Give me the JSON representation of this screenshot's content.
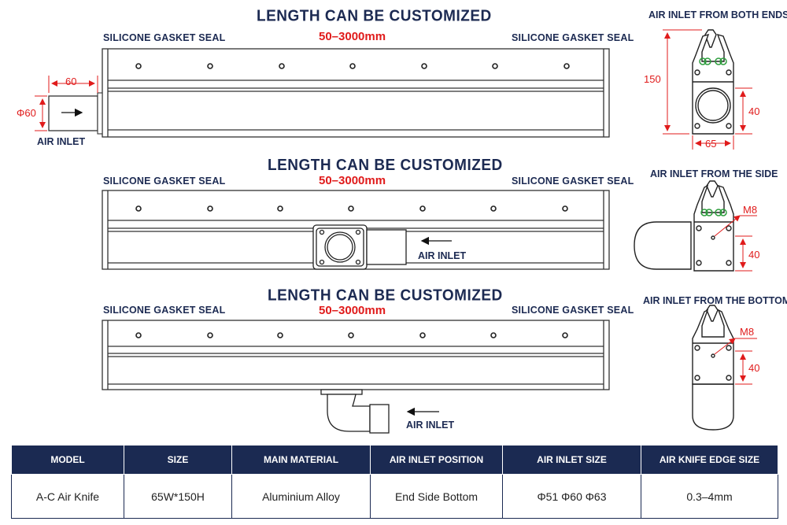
{
  "sections": [
    {
      "title": "LENGTH CAN BE CUSTOMIZED",
      "range": "50–3000mm",
      "gasket_left": "SILICONE GASKET SEAL",
      "gasket_right": "SILICONE GASKET SEAL",
      "inlet_label": "AIR INLET",
      "dim_length": "60",
      "dim_diameter": "Φ60"
    },
    {
      "title": "LENGTH CAN BE CUSTOMIZED",
      "range": "50–3000mm",
      "gasket_left": "SILICONE GASKET SEAL",
      "gasket_right": "SILICONE GASKET SEAL",
      "inlet_label": "AIR INLET"
    },
    {
      "title": "LENGTH CAN BE CUSTOMIZED",
      "range": "50–3000mm",
      "gasket_left": "SILICONE GASKET SEAL",
      "gasket_right": "SILICONE GASKET SEAL",
      "inlet_label": "AIR INLET"
    }
  ],
  "views": [
    {
      "title": "AIR INLET FROM BOTH ENDS",
      "dim_height": "150",
      "dim_inlet": "40",
      "dim_width": "65"
    },
    {
      "title": "AIR INLET FROM THE SIDE",
      "dim_thread": "M8",
      "dim_inlet": "40"
    },
    {
      "title": "AIR INLET FROM THE BOTTOM",
      "dim_thread": "M8",
      "dim_inlet": "40"
    }
  ],
  "colors": {
    "navy": "#1b2a52",
    "dimension_red": "#e01b1b"
  },
  "spec_table": {
    "headers": [
      "MODEL",
      "SIZE",
      "MAIN MATERIAL",
      "AIR INLET POSITION",
      "AIR INLET SIZE",
      "AIR KNIFE EDGE SIZE"
    ],
    "row": [
      "A-C Air Knife",
      "65W*150H",
      "Aluminium Alloy",
      "End Side Bottom",
      "Φ51 Φ60 Φ63",
      "0.3–4mm"
    ]
  }
}
